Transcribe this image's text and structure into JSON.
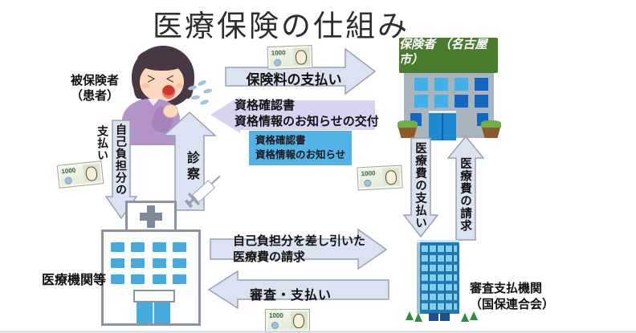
{
  "title": "医療保険の仕組み",
  "actors": {
    "insured": {
      "line1": "被保険者",
      "line2": "（患者）"
    },
    "insurer": {
      "line1": "保険者",
      "line2": "（名古屋市）"
    },
    "medical": {
      "label": "医療機関等"
    },
    "agency": {
      "line1": "審査支払機関",
      "line2": "（国保連合会）"
    }
  },
  "flows": {
    "premium": {
      "label": "保険料の支払い",
      "from": "insured",
      "to": "insurer",
      "direction": "right"
    },
    "certificate": {
      "line1": "資格確認書",
      "line2": "資格情報のお知らせの交付",
      "from": "insurer",
      "to": "insured",
      "direction": "left"
    },
    "certificate_box": {
      "line1": "資格確認書",
      "line2": "資格情報のお知らせ"
    },
    "exam": {
      "label": "診察",
      "from": "medical",
      "to": "insured",
      "direction": "up"
    },
    "selfpay": {
      "line1": "自己負担分の",
      "line2": "支払い",
      "from": "insured",
      "to": "medical",
      "direction": "down"
    },
    "fee_payment": {
      "label": "医療費の支払い",
      "from": "insurer",
      "to": "agency",
      "direction": "down"
    },
    "fee_claim": {
      "label": "医療費の請求",
      "from": "agency",
      "to": "insurer",
      "direction": "up"
    },
    "claim_net": {
      "line1": "自己負担分を差し引いた",
      "line2": "医療費の請求",
      "from": "medical",
      "to": "agency",
      "direction": "right"
    },
    "review": {
      "label": "審査・支払い",
      "from": "agency",
      "to": "medical",
      "direction": "left"
    }
  },
  "icons": {
    "money": {
      "denomination": "1000"
    },
    "syringe": "syringe-icon"
  },
  "colors": {
    "arrow_fill": "#dbe2f1",
    "arrow_stroke": "#98a2b0",
    "lavender_arrow": "#d9d3f2",
    "info_box": "#53b3e6",
    "insurer_sign_green": "#4a7c2e",
    "hospital_accent": "#45aadc",
    "skyscraper_blue": "#2278b0"
  }
}
